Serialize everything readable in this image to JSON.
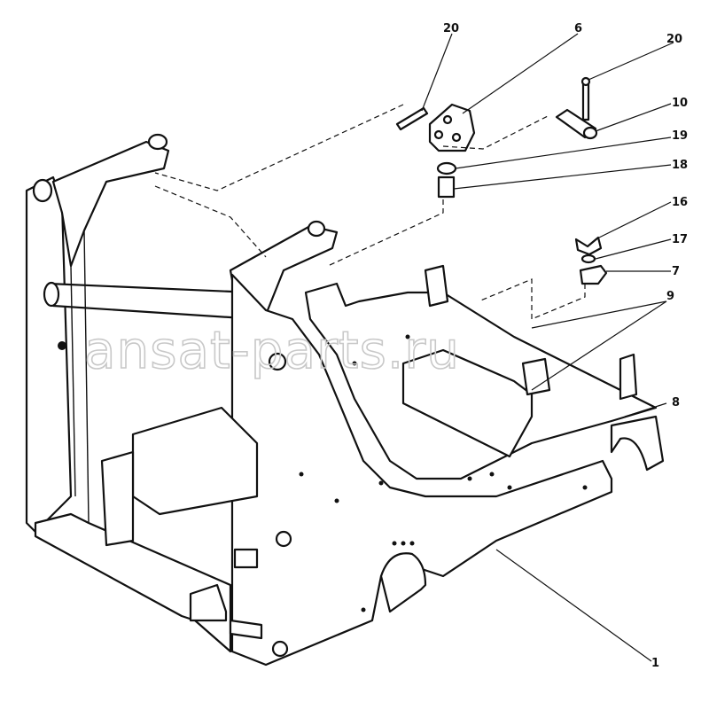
{
  "watermark": "ansat-parts.ru",
  "callouts": [
    {
      "id": "20a",
      "label": "20"
    },
    {
      "id": "6",
      "label": "6"
    },
    {
      "id": "20b",
      "label": "20"
    },
    {
      "id": "10",
      "label": "10"
    },
    {
      "id": "19",
      "label": "19"
    },
    {
      "id": "18",
      "label": "18"
    },
    {
      "id": "16",
      "label": "16"
    },
    {
      "id": "17",
      "label": "17"
    },
    {
      "id": "7",
      "label": "7"
    },
    {
      "id": "9",
      "label": "9"
    },
    {
      "id": "8",
      "label": "8"
    },
    {
      "id": "1",
      "label": "1"
    }
  ]
}
